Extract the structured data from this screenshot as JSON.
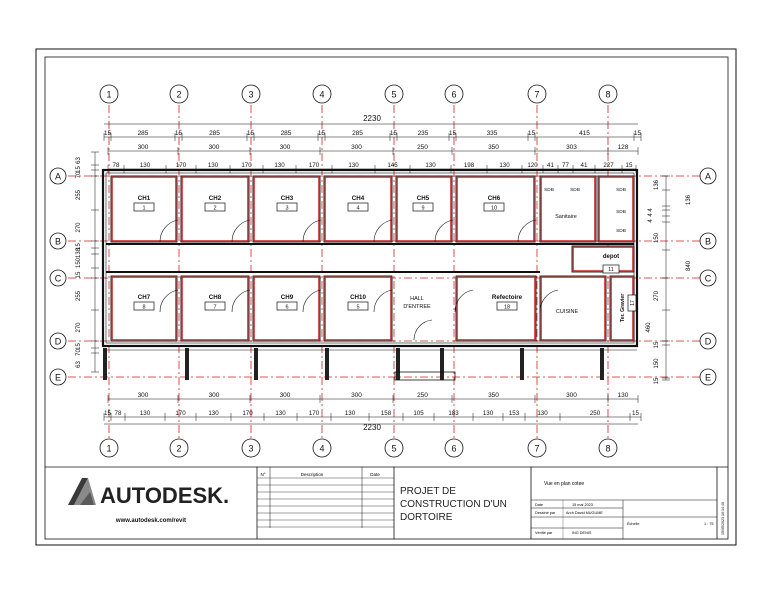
{
  "colors": {
    "grid_line": "#d42020",
    "wall_red": "#c81c1c",
    "ink": "#111111",
    "logo_dark": "#3a3a3a",
    "logo_light": "#8a8a8a"
  },
  "grid": {
    "columns": [
      "1",
      "2",
      "3",
      "4",
      "5",
      "6",
      "7",
      "8"
    ],
    "rows": [
      "A",
      "B",
      "C",
      "D",
      "E"
    ]
  },
  "dimensions": {
    "overall_top": "2230",
    "overall_bottom": "2230",
    "top_row1": [
      "15",
      "285",
      "15",
      "285",
      "15",
      "285",
      "15",
      "285",
      "15",
      "235",
      "15",
      "335",
      "15",
      "415",
      "15"
    ],
    "top_row2": [
      "300",
      "300",
      "300",
      "300",
      "250",
      "350",
      "303",
      "128"
    ],
    "top_row3": [
      "78",
      "130",
      "170",
      "130",
      "170",
      "130",
      "170",
      "130",
      "145",
      "130",
      "198",
      "130",
      "120",
      "41",
      "77",
      "41",
      "227",
      "15"
    ],
    "bottom_row1": [
      "300",
      "300",
      "300",
      "300",
      "250",
      "350",
      "300",
      "130"
    ],
    "bottom_row2": [
      "15",
      "78",
      "130",
      "170",
      "130",
      "170",
      "130",
      "170",
      "130",
      "158",
      "105",
      "183",
      "130",
      "153",
      "130",
      "250",
      "15"
    ],
    "left_stack": [
      "63",
      "15",
      "70",
      "255",
      "270",
      "15",
      "138",
      "150",
      "15",
      "255",
      "270",
      "15",
      "70",
      "63"
    ],
    "right_stack": [
      "136",
      "136",
      "4",
      "4",
      "4",
      "150",
      "840",
      "270",
      "460",
      "15",
      "150",
      "15"
    ]
  },
  "rooms": {
    "ch1": {
      "label": "CH1",
      "tag": "1"
    },
    "ch2": {
      "label": "CH2",
      "tag": "2"
    },
    "ch3": {
      "label": "CH3",
      "tag": "3"
    },
    "ch4": {
      "label": "CH4",
      "tag": "4"
    },
    "ch5": {
      "label": "CH5",
      "tag": "9"
    },
    "ch6": {
      "label": "CH6",
      "tag": "10"
    },
    "ch7": {
      "label": "CH7",
      "tag": "8"
    },
    "ch8": {
      "label": "CH8",
      "tag": "7"
    },
    "ch9": {
      "label": "CH9",
      "tag": "6"
    },
    "ch10": {
      "label": "CH10",
      "tag": "5"
    },
    "hall": {
      "label1": "HALL",
      "label2": "D'ENTREE"
    },
    "refectoire": {
      "label": "Refectoire",
      "tag": "18"
    },
    "cuisine": {
      "label": "CUISINE"
    },
    "depot": {
      "label": "depot",
      "tag": "11"
    },
    "sanitaire": {
      "label": "Sanitaire"
    },
    "sdb1": {
      "label": "SDB"
    },
    "sdb2": {
      "label": "SDB"
    },
    "sdb3": {
      "label": "SDB"
    },
    "sdb4": {
      "label": "SDB"
    },
    "sdb5": {
      "label": "SDB"
    },
    "terrasse": {
      "label": "Ter. Gravier",
      "tag": "17"
    }
  },
  "title_block": {
    "brand": "AUTODESK.",
    "website": "www.autodesk.com/revit",
    "revision_headers": {
      "num": "N°",
      "description": "Description",
      "date": "Date"
    },
    "project_title": [
      "PROJET DE",
      "CONSTRUCTION D'UN",
      "DORTOIRE"
    ],
    "view_name": "Vue en plan cotee",
    "date_label": "Date",
    "date_value": "15 mai 2023",
    "drawn_label": "Dessiné par",
    "drawn_value": "Arch David MUGUME",
    "checked_label": "Vérifié par",
    "checked_value": "ING DENIS",
    "scale_label": "Échelle",
    "scale_value": "1 : 75",
    "timestamp": "15/05/2023 10:14:40"
  }
}
